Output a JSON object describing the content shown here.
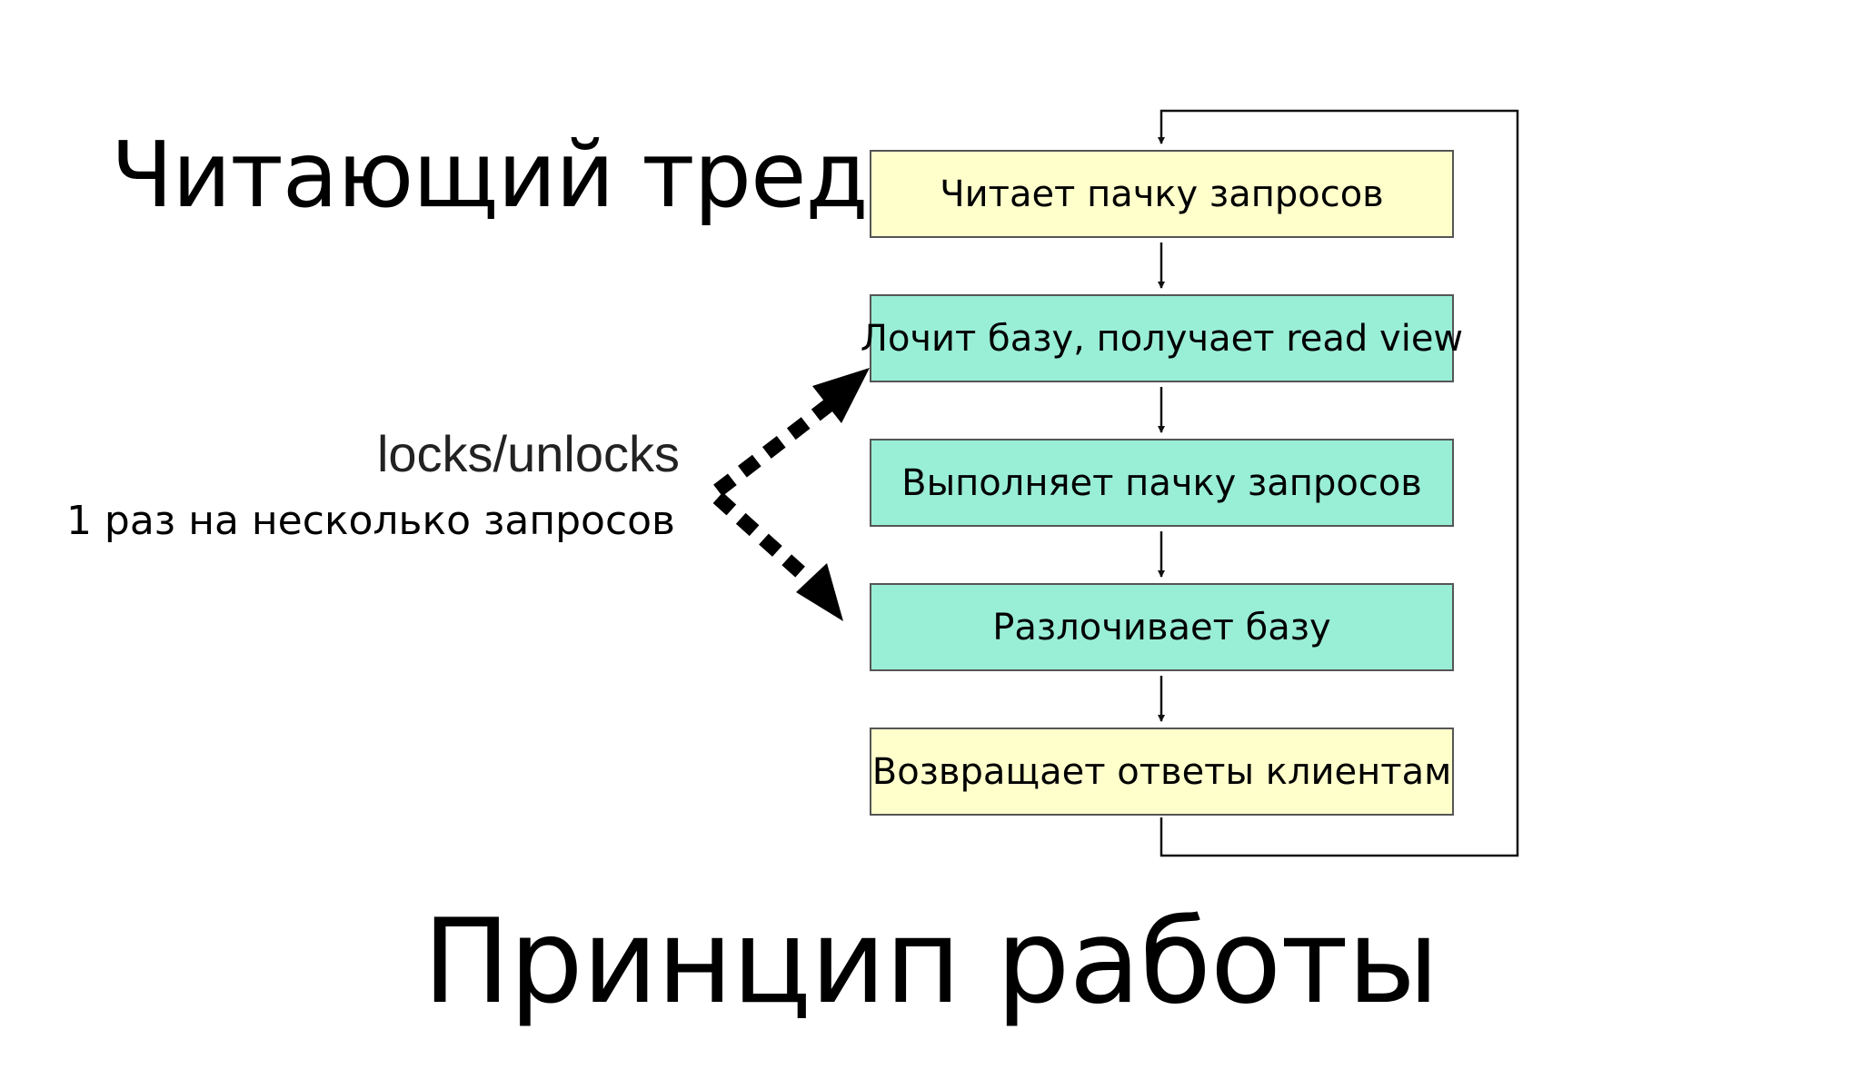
{
  "title": "Читающий тред",
  "subtitle": "Принцип работы",
  "lock_label": "locks/unlocks",
  "lock_note": "1 раз на несколько запросов",
  "steps": [
    {
      "label": "Читает пачку запросов",
      "color": "#ffffcc"
    },
    {
      "label": "Лочит базу, получает read view",
      "color": "#99eed6"
    },
    {
      "label": "Выполняет пачку запросов",
      "color": "#99eed6"
    },
    {
      "label": "Разлочивает базу",
      "color": "#99eed6"
    },
    {
      "label": "Возвращает ответы клиентам",
      "color": "#ffffcc"
    }
  ]
}
